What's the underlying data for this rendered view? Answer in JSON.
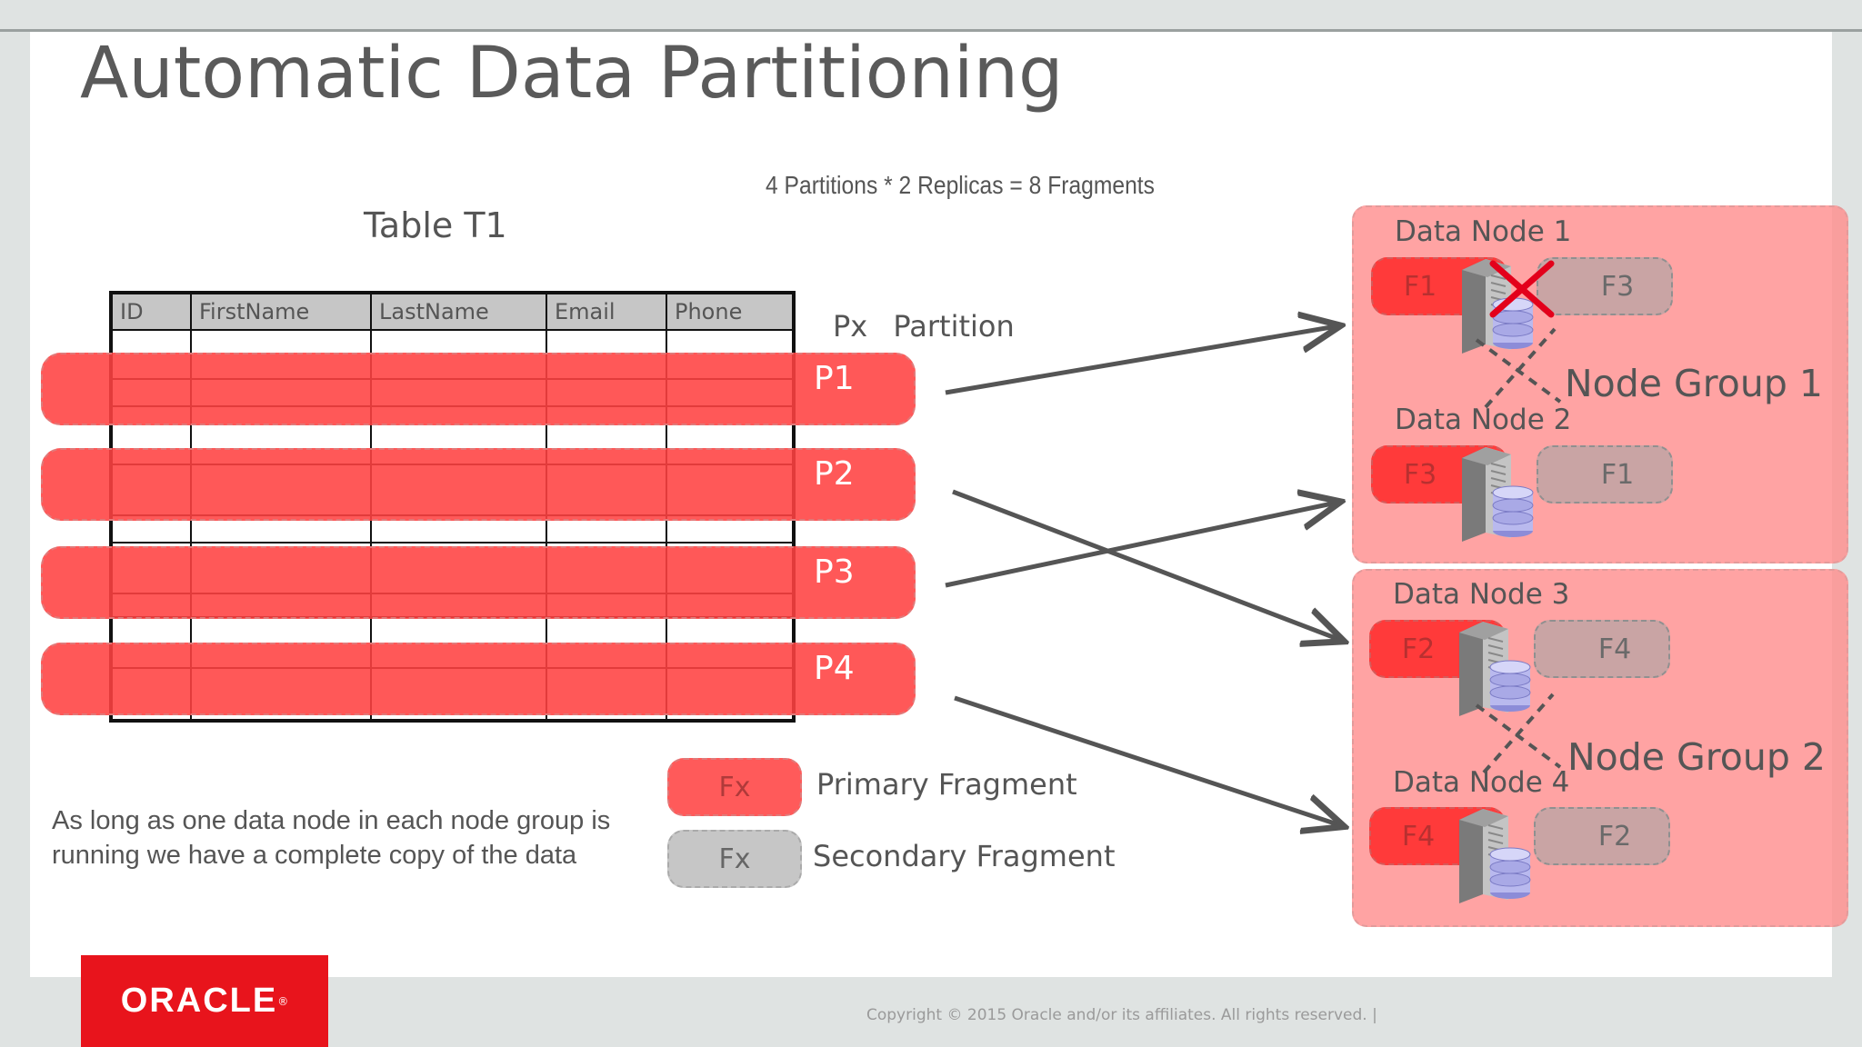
{
  "slide": {
    "title": "Automatic Data Partitioning",
    "formula": "4 Partitions * 2 Replicas = 8 Fragments",
    "copyright": "Copyright © 2015 Oracle and/or its affiliates. All rights reserved.  |",
    "logo_text": "ORACLE",
    "logo_mark": "®"
  },
  "table": {
    "title": "Table T1",
    "columns": [
      "ID",
      "FirstName",
      "LastName",
      "Email",
      "Phone"
    ]
  },
  "partitions": {
    "header_px": "Px",
    "header_partition": "Partition",
    "labels": [
      "P1",
      "P2",
      "P3",
      "P4"
    ]
  },
  "node_groups": [
    {
      "label": "Node Group 1",
      "nodes": [
        {
          "label": "Data Node 1",
          "primary": "F1",
          "secondary": "F3",
          "failed": true
        },
        {
          "label": "Data Node 2",
          "primary": "F3",
          "secondary": "F1",
          "failed": false
        }
      ]
    },
    {
      "label": "Node Group 2",
      "nodes": [
        {
          "label": "Data Node 3",
          "primary": "F2",
          "secondary": "F4",
          "failed": false
        },
        {
          "label": "Data Node 4",
          "primary": "F4",
          "secondary": "F2",
          "failed": false
        }
      ]
    }
  ],
  "legend": {
    "primary_symbol": "Fx",
    "primary_label": "Primary Fragment",
    "secondary_symbol": "Fx",
    "secondary_label": "Secondary Fragment"
  },
  "note": "As long as one data node in each node group is running we have a complete copy of the data",
  "colors": {
    "primary_fragment": "#ff3a3a",
    "secondary_fragment": "#c9a4a4",
    "node_group_bg": "#ff8c8c",
    "partition_band": "#ff4141",
    "arrow": "#555555",
    "failure_x": "#e3001b",
    "oracle_red": "#e8141c"
  },
  "icons": [
    "server-icon",
    "database-icon",
    "failure-x-icon",
    "replication-arrow-icon"
  ]
}
